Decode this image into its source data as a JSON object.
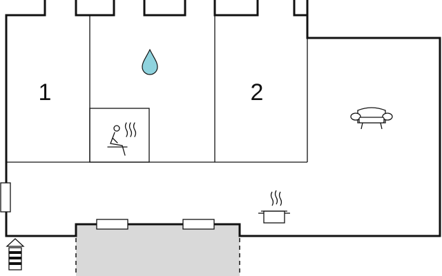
{
  "floorplan": {
    "rooms": [
      {
        "id": "bedroom-1",
        "label": "1"
      },
      {
        "id": "bathroom",
        "icon": "water-drop-icon"
      },
      {
        "id": "sauna",
        "icon": "sauna-icon"
      },
      {
        "id": "bedroom-2",
        "label": "2"
      },
      {
        "id": "living-room",
        "icon": "sofa-icon"
      },
      {
        "id": "kitchen",
        "icon": "cooking-pot-icon"
      },
      {
        "id": "terrace"
      }
    ],
    "entrance_icon": "entrance-arrow-icon",
    "colors": {
      "wall": "#111111",
      "water_fill": "#8fd3de",
      "terrace_fill": "#d9d9d9"
    }
  }
}
